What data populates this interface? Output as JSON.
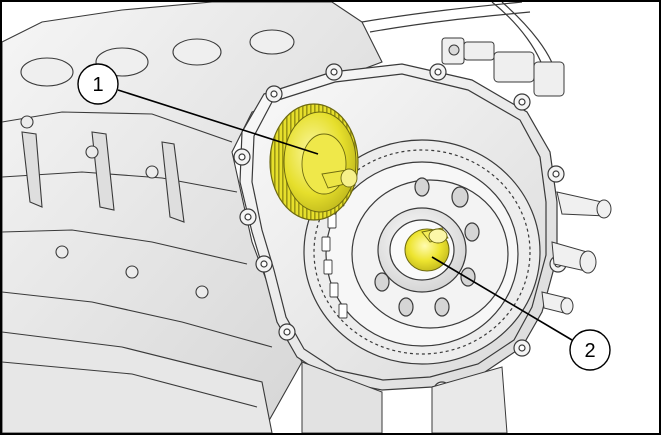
{
  "figure": {
    "callouts": [
      {
        "id": 1,
        "label": "1"
      },
      {
        "id": 2,
        "label": "2"
      }
    ],
    "colors": {
      "highlight": "#e6df2c",
      "highlight_shade": "#b9b21a",
      "line": "#3a3a3a",
      "metal_light": "#f3f3f3",
      "metal_mid": "#dcdcdc",
      "metal_dark": "#a9a9a9",
      "border": "#000000"
    },
    "parts": {
      "1": "gear-yellow-highlight",
      "2": "crankshaft-nose-yellow-highlight"
    }
  }
}
